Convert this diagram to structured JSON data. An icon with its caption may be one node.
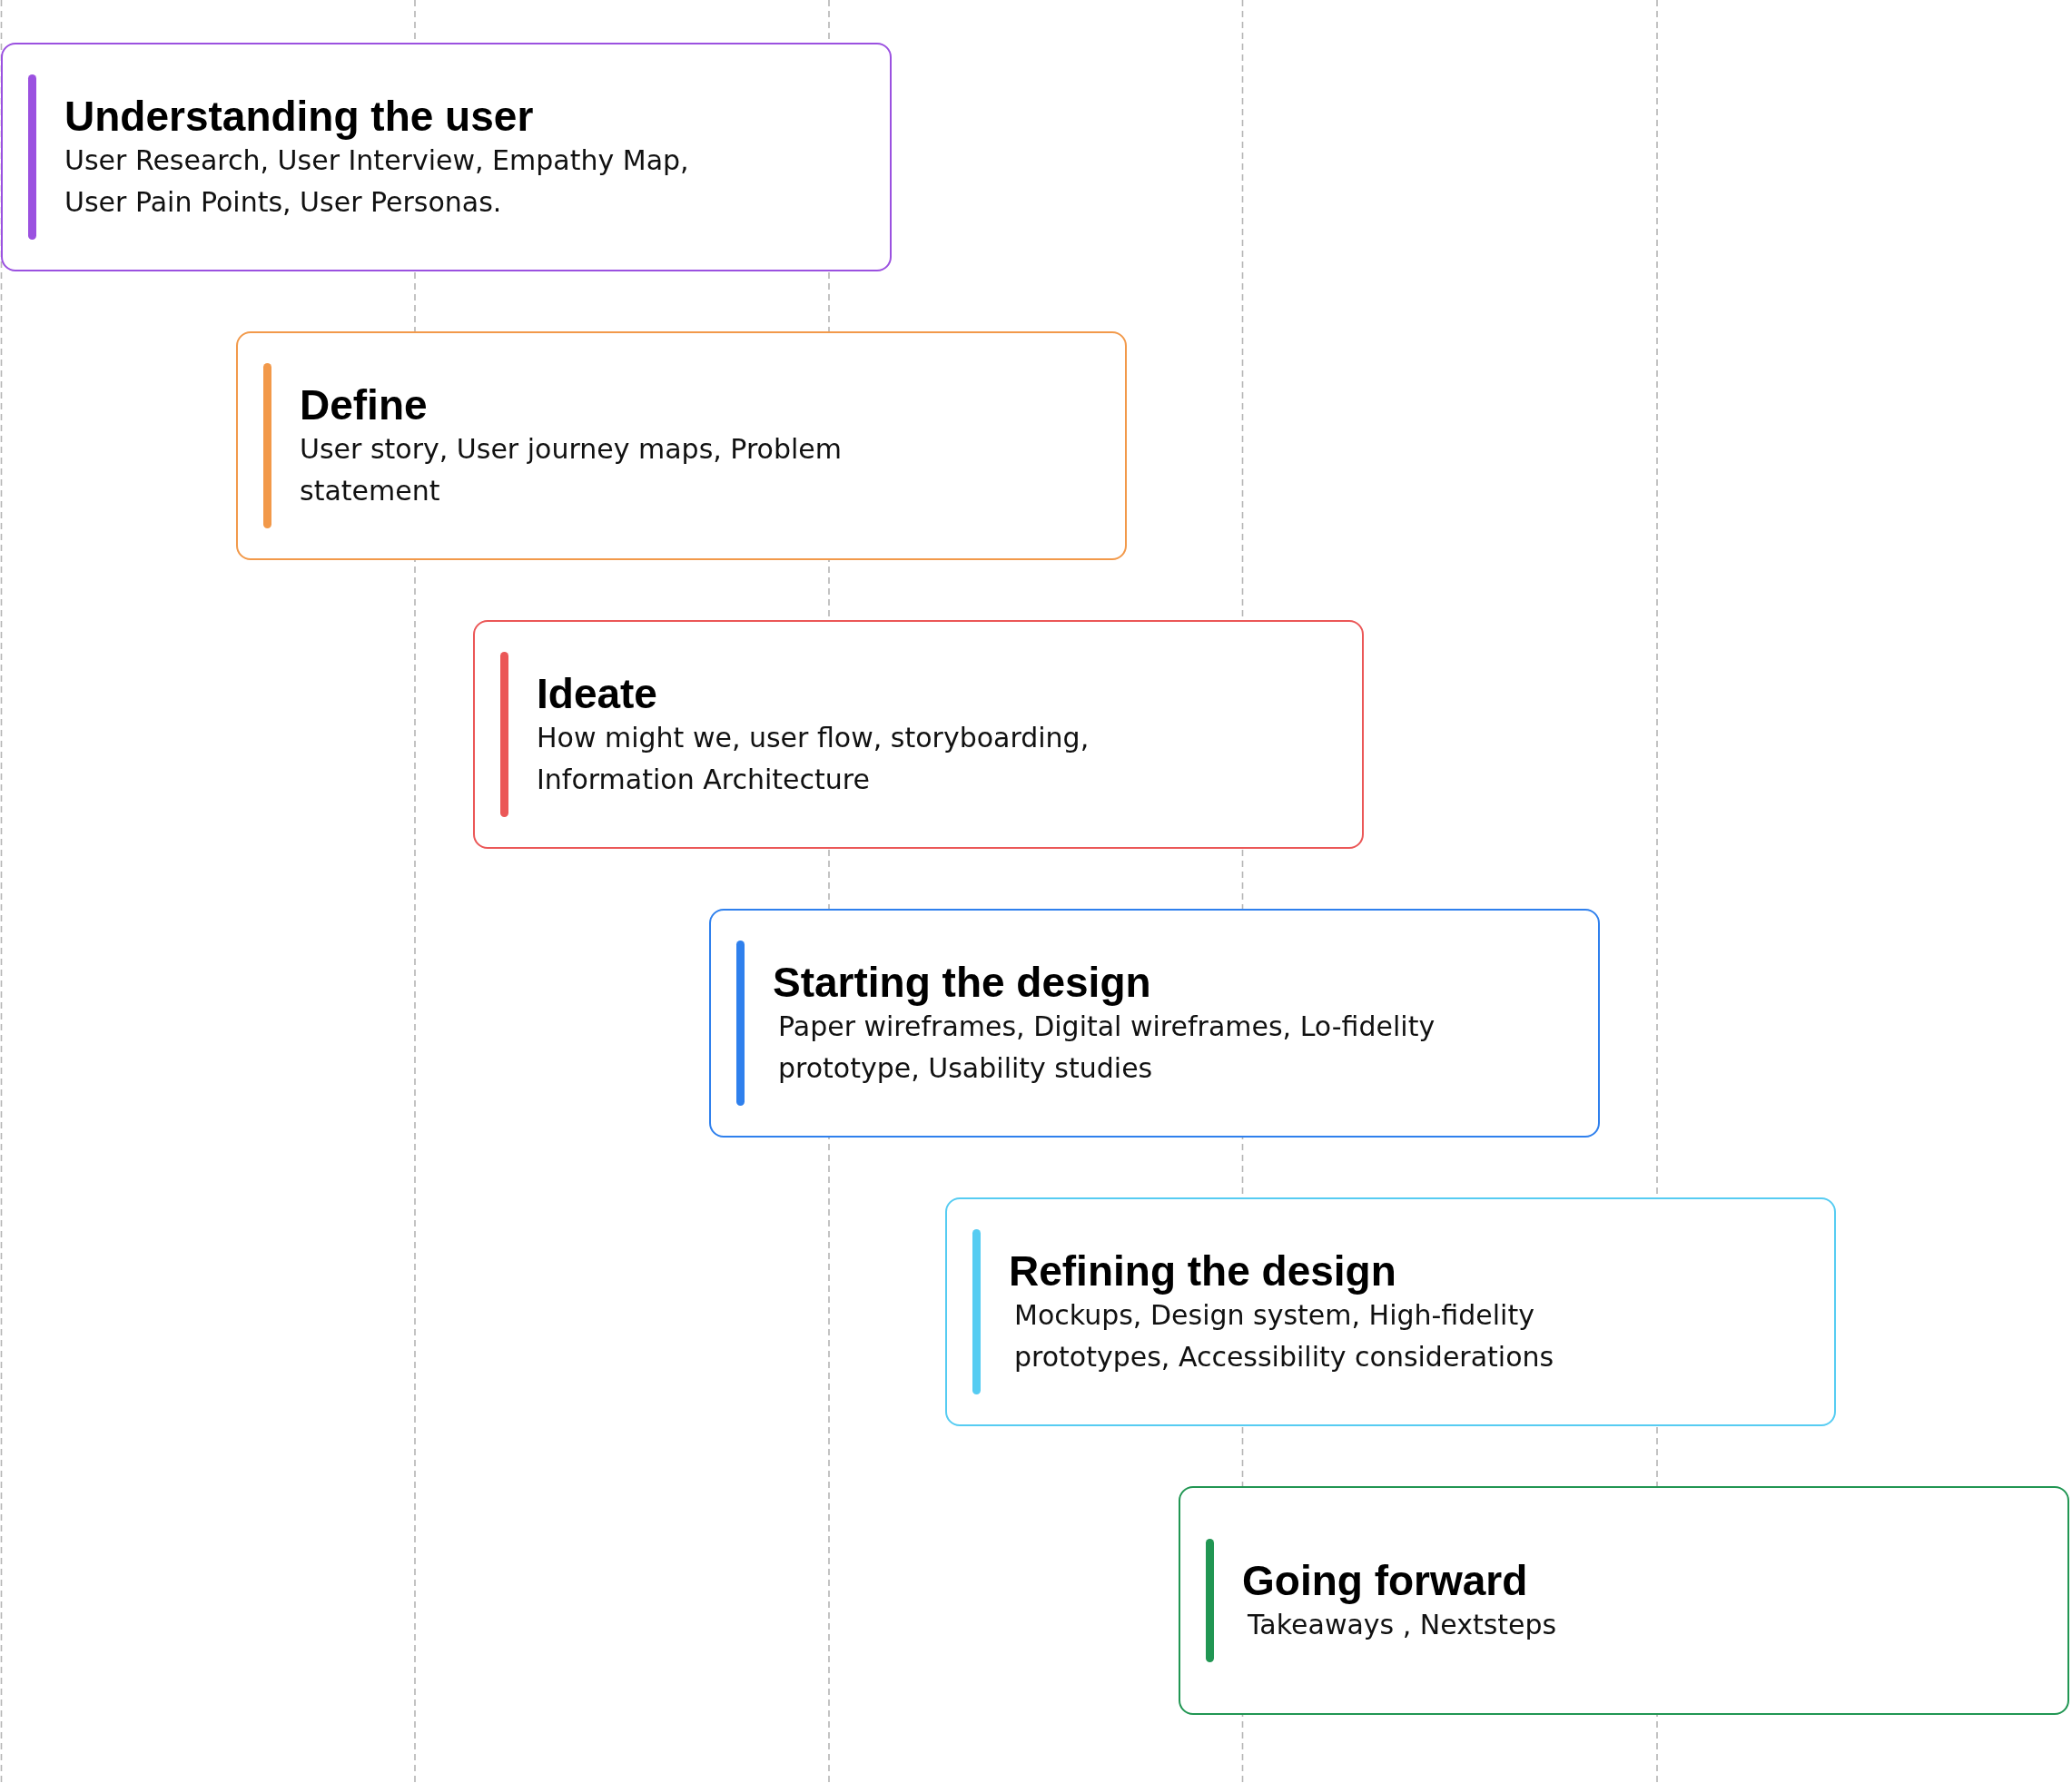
{
  "diagram": {
    "nodes": [
      {
        "text": [
          "Understanding the user",
          "User Research, User Interview, Empathy Map, User Pain Points, User Personas."
        ]
      },
      {
        "text": [
          "Define",
          "User story, User journey maps, Problem statement"
        ]
      },
      {
        "text": [
          "Ideate",
          "How might we, user flow, storyboarding, Information Architecture"
        ]
      },
      {
        "text": [
          "Starting the design",
          "Paper wireframes, Digital wireframes, Lo-fidelity prototype, Usability studies"
        ]
      },
      {
        "text": [
          "Refining the design",
          "Mockups, Design system, High-fidelity prototypes, Accessibility considerations"
        ]
      },
      {
        "text": [
          "Going forward",
          "Takeaways , Nextsteps"
        ]
      }
    ],
    "edges": []
  }
}
